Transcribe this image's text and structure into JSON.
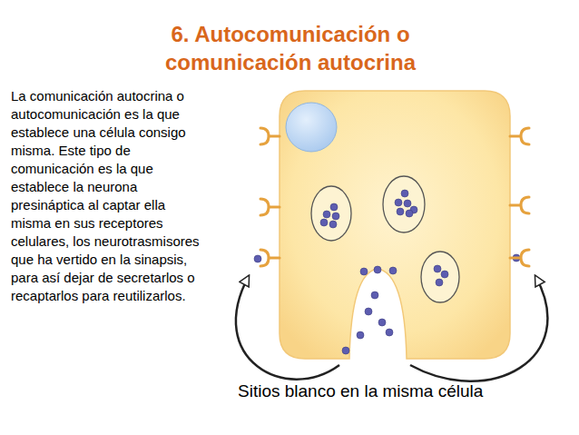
{
  "diagram": {
    "title": "6. Autocomunicación o comunicación autocrina",
    "caption": "Sitios blanco en la misma célula",
    "labels": [
      "La comunicación autocrina o autocomunicación es la que establece una célula consigo misma. Este tipo de comunicación es la que establece la neurona presináptica al captar ella misma en sus receptores celulares, los neurotrasmisores que ha vertido en la sinapsis, para así dejar de secretarlos o recaptarlos para reutilizarlos."
    ]
  }
}
